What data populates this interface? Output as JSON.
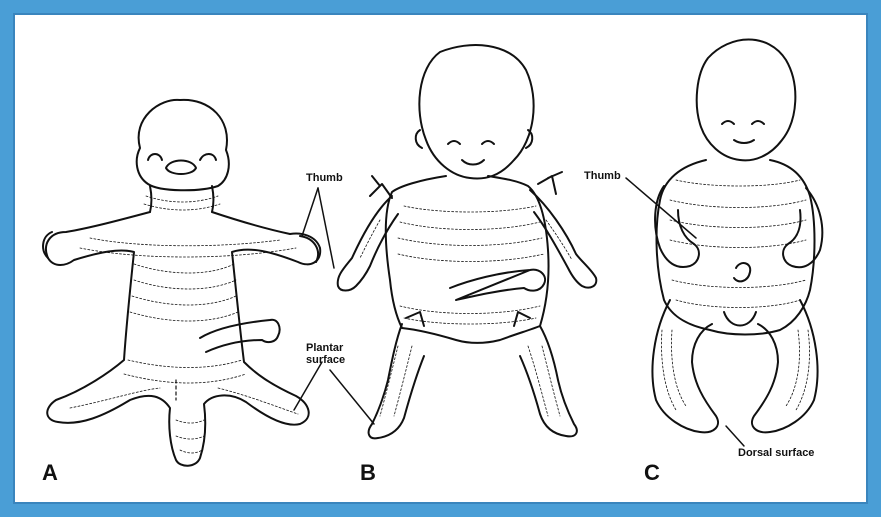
{
  "panels": [
    {
      "letter": "A"
    },
    {
      "letter": "B"
    },
    {
      "letter": "C"
    }
  ],
  "labels": {
    "thumb_b": "Thumb",
    "plantar": "Plantar\nsurface",
    "thumb_c": "Thumb",
    "dorsal": "Dorsal surface"
  },
  "colors": {
    "background": "#4a9ed6",
    "frame": "#ffffff",
    "ink": "#111111"
  }
}
